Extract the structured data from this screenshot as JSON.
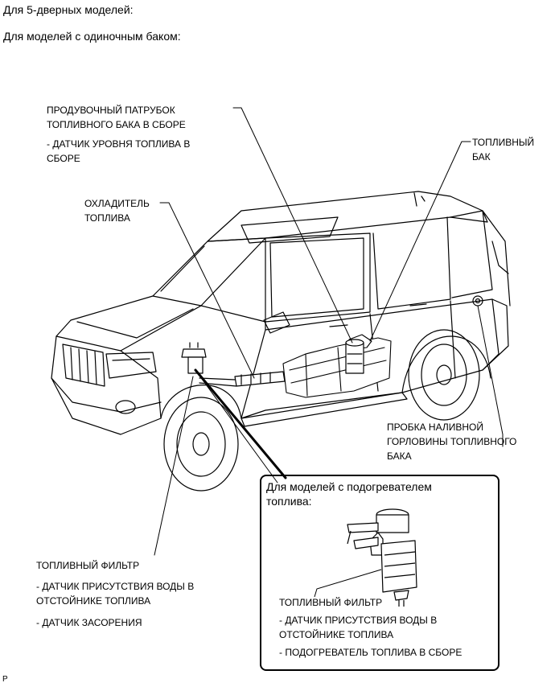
{
  "header": {
    "line1": "Для 5-дверных моделей:",
    "line2": "Для моделей с одиночным баком:"
  },
  "callouts": {
    "purge_pipe": {
      "title1": "ПРОДУВОЧНЫЙ ПАТРУБОК",
      "title2": "ТОПЛИВНОГО БАКА В СБОРЕ",
      "sub1": "- ДАТЧИК УРОВНЯ ТОПЛИВА В",
      "sub2": "СБОРЕ"
    },
    "fuel_tank": {
      "line1": "ТОПЛИВНЫЙ",
      "line2": "БАК"
    },
    "fuel_cooler": {
      "line1": "ОХЛАДИТЕЛЬ",
      "line2": "ТОПЛИВА"
    },
    "filler_cap": {
      "line1": "ПРОБКА НАЛИВНОЙ",
      "line2": "ГОРЛОВИНЫ ТОПЛИВНОГО",
      "line3": "БАКА"
    },
    "fuel_filter": {
      "title": "ТОПЛИВНЫЙ ФИЛЬТР",
      "sub1a": "- ДАТЧИК ПРИСУТСТВИЯ ВОДЫ В",
      "sub1b": "ОТСТОЙНИКЕ ТОПЛИВА",
      "sub2": "- ДАТЧИК ЗАСОРЕНИЯ"
    }
  },
  "inset": {
    "title1": "Для моделей с подогревателем",
    "title2": "топлива:",
    "filter_title": "ТОПЛИВНЫЙ ФИЛЬТР",
    "sub1a": "- ДАТЧИК ПРИСУТСТВИЯ ВОДЫ В",
    "sub1b": "ОТСТОЙНИКЕ ТОПЛИВА",
    "sub2": "- ПОДОГРЕВАТЕЛЬ ТОПЛИВА В СБОРЕ"
  },
  "footer_mark": "P"
}
